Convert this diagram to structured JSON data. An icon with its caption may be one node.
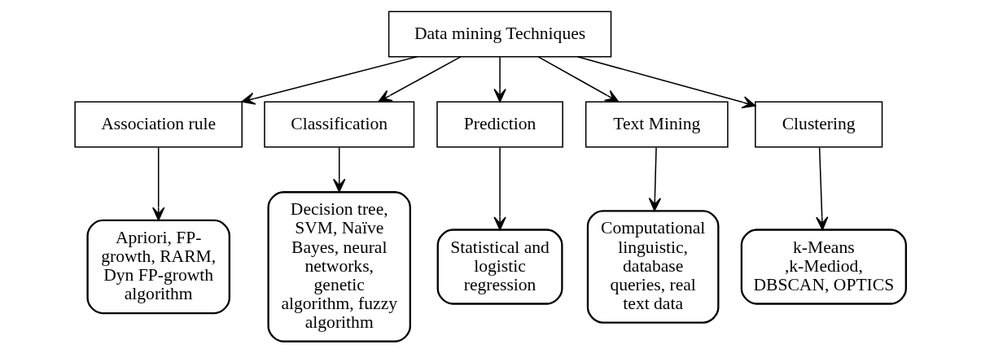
{
  "diagram": {
    "nodes": [
      {
        "text": [
          "Data mining Techniques"
        ]
      },
      {
        "text": [
          "Association rule"
        ]
      },
      {
        "text": [
          "Classification"
        ]
      },
      {
        "text": [
          "Prediction"
        ]
      },
      {
        "text": [
          "Text Mining"
        ]
      },
      {
        "text": [
          "Clustering"
        ]
      },
      {
        "text": [
          "Apriori, FP-growth, RARM, Dyn FP-growth algorithm"
        ]
      },
      {
        "text": [
          "Decision tree, SVM, Naïve Bayes, neural networks, genetic algorithm, fuzzy algorithm"
        ]
      },
      {
        "text": [
          "Statistical and logistic regression"
        ]
      },
      {
        "text": [
          "Computational linguistic, database queries, real text data"
        ]
      },
      {
        "text": [
          "k-Means ,k-Mediod, DBSCAN, OPTICS"
        ]
      }
    ],
    "edges": [
      {
        "from": 0,
        "to": 1,
        "arrow": "to"
      },
      {
        "from": 0,
        "to": 2,
        "arrow": "to"
      },
      {
        "from": 0,
        "to": 3,
        "arrow": "to"
      },
      {
        "from": 0,
        "to": 4,
        "arrow": "to"
      },
      {
        "from": 0,
        "to": 5,
        "arrow": "to"
      },
      {
        "from": 1,
        "to": 6,
        "arrow": "to"
      },
      {
        "from": 2,
        "to": 7,
        "arrow": "to"
      },
      {
        "from": 3,
        "to": 8,
        "arrow": "to"
      },
      {
        "from": 4,
        "to": 9,
        "arrow": "to"
      },
      {
        "from": 5,
        "to": 10,
        "arrow": "to"
      }
    ]
  }
}
